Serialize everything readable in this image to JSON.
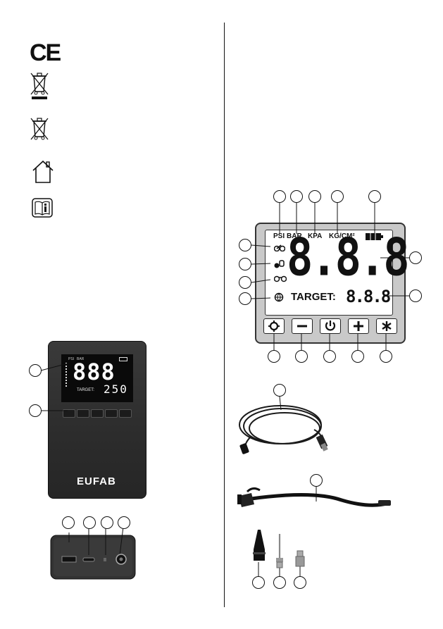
{
  "left_symbols": {
    "ce_mark": "CE",
    "symbols": [
      "weee-bin-bar-icon",
      "weee-bin-icon",
      "indoor-house-icon",
      "read-manual-icon"
    ]
  },
  "device": {
    "brand": "EUFAB",
    "screen_units": [
      "PSI",
      "BAR"
    ],
    "main_digits": "888",
    "target_label": "TARGET:",
    "target_value": "250"
  },
  "lcd_diagram": {
    "units": [
      "PSI",
      "BAR",
      "KPA",
      "KG/CM²"
    ],
    "main_digits": "8.8.8",
    "target_label": "TARGET:",
    "target_digits": "8.8.8",
    "buttons": [
      "settings-icon",
      "minus-icon",
      "power-icon",
      "plus-icon",
      "light-icon"
    ]
  },
  "accessories": [
    "usb-cable",
    "inflation-hose",
    "nozzle-adapters"
  ],
  "colors": {
    "device_body": "#2e2e2e",
    "device_digits": "#ffffff",
    "lcd_frame": "#c9c9c9"
  }
}
